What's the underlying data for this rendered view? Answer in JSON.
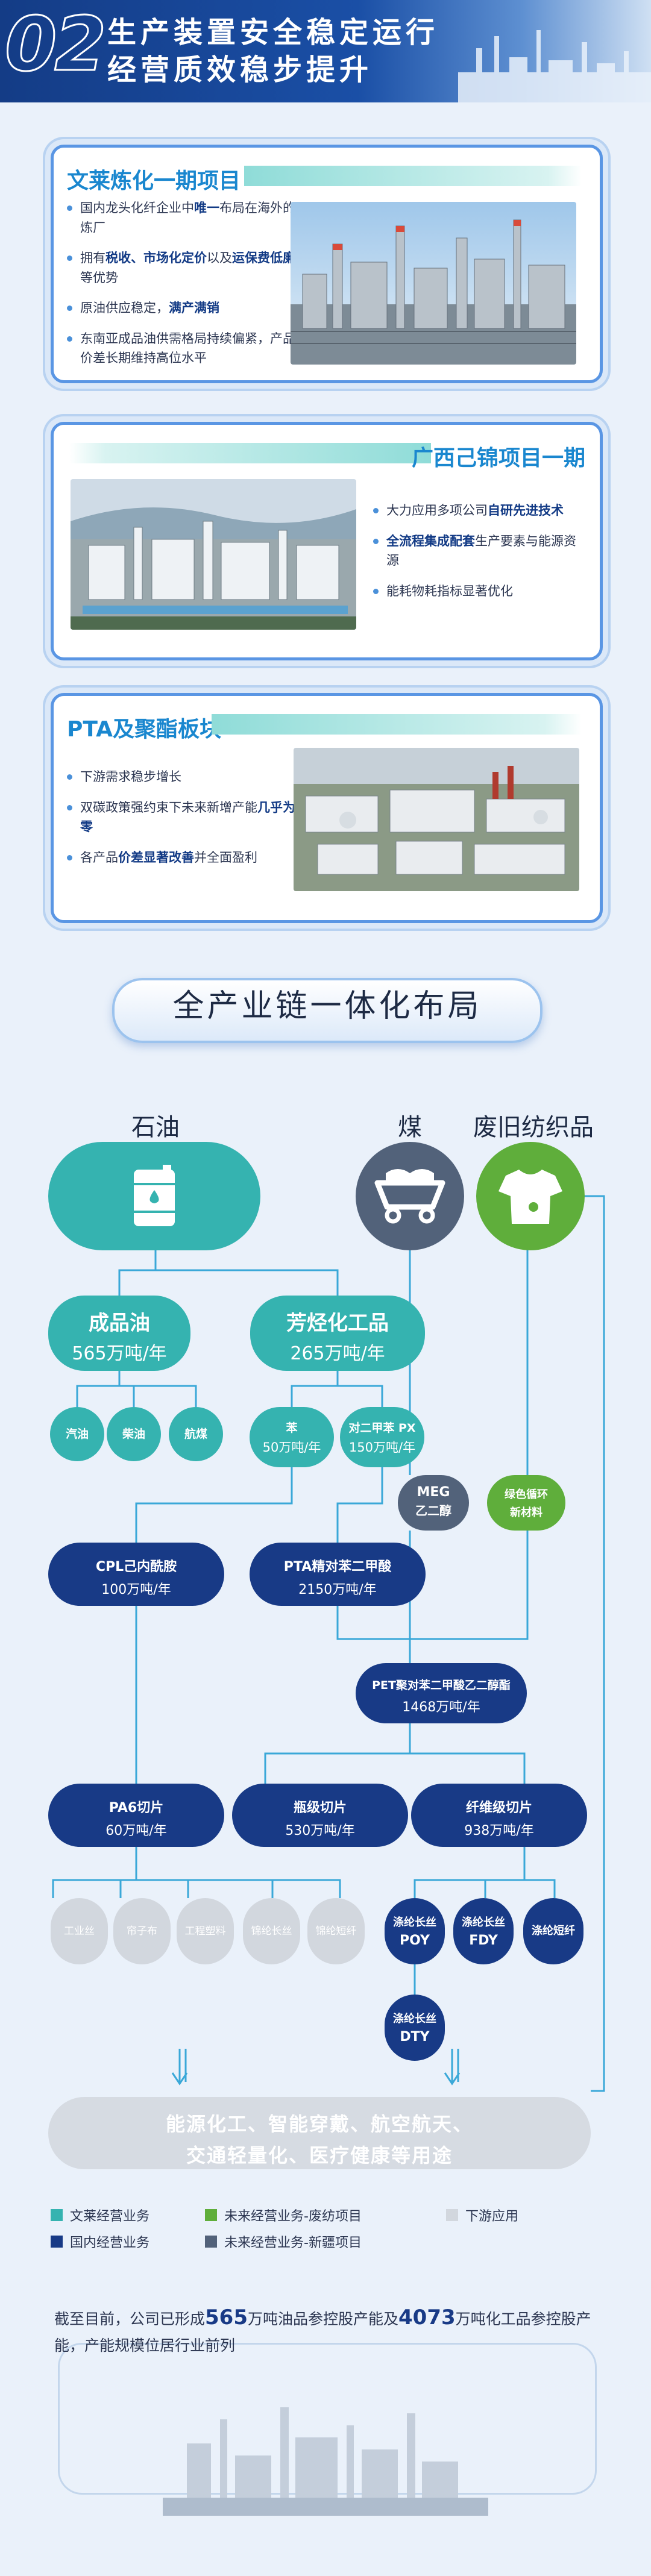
{
  "header": {
    "number": "02",
    "title_line1": "生产装置安全稳定运行",
    "title_line2": "经营质效稳步提升"
  },
  "cards": [
    {
      "title": "文莱炼化一期项目",
      "bullets": [
        {
          "pre": "国内龙头化纤企业中",
          "bold": "唯一",
          "post": "布局在海外的炼厂"
        },
        {
          "pre": "拥有",
          "bold": "税收、市场化定价",
          "post": "以及",
          "bold2": "运保费低廉",
          "post2": "等优势"
        },
        {
          "pre": "原油供应稳定，",
          "bold": "满产满销",
          "post": ""
        },
        {
          "pre": "东南亚成品油供需格局持续偏紧，产品价差长期维持高位水平",
          "bold": "",
          "post": ""
        }
      ]
    },
    {
      "title": "广西己锦项目一期",
      "bullets": [
        {
          "pre": "大力应用多项公司",
          "bold": "自研先进技术",
          "post": ""
        },
        {
          "pre": "",
          "bold": "全流程集成配套",
          "post": "生产要素与能源资源"
        },
        {
          "pre": "能耗物耗指标显著优化",
          "bold": "",
          "post": ""
        }
      ]
    },
    {
      "title": "PTA及聚酯板块",
      "bullets": [
        {
          "pre": "下游需求稳步增长",
          "bold": "",
          "post": ""
        },
        {
          "pre": "双碳政策强约束下未来新增产能",
          "bold": "几乎为零",
          "post": ""
        },
        {
          "pre": "各产品",
          "bold": "价差显著改善",
          "post": "并全面盈利"
        }
      ]
    }
  ],
  "banner": "全产业链一体化布局",
  "flow": {
    "sources": {
      "oil": "石油",
      "coal": "煤",
      "textile": "废旧纺织品"
    },
    "refined_oil": {
      "name": "成品油",
      "capacity": "565万吨/年"
    },
    "aromatics": {
      "name": "芳烃化工品",
      "capacity": "265万吨/年"
    },
    "oil_products": [
      "汽油",
      "柴油",
      "航煤"
    ],
    "benzene": {
      "name": "苯",
      "capacity": "50万吨/年"
    },
    "px": {
      "name": "对二甲苯 PX",
      "capacity": "150万吨/年"
    },
    "meg": {
      "name": "MEG",
      "sub": "乙二醇"
    },
    "green": {
      "name": "绿色循环",
      "sub": "新材料"
    },
    "cpl": {
      "name": "CPL己内酰胺",
      "capacity": "100万吨/年"
    },
    "pta": {
      "name": "PTA精对苯二甲酸",
      "capacity": "2150万吨/年"
    },
    "pet": {
      "name": "PET聚对苯二甲酸乙二醇酯",
      "capacity": "1468万吨/年"
    },
    "pa6": {
      "name": "PA6切片",
      "capacity": "60万吨/年"
    },
    "bottle": {
      "name": "瓶级切片",
      "capacity": "530万吨/年"
    },
    "fiber": {
      "name": "纤维级切片",
      "capacity": "938万吨/年"
    },
    "downstream_gray": [
      "工业丝",
      "帘子布",
      "工程塑料",
      "锦纶长丝",
      "锦纶短纤"
    ],
    "polyester": [
      {
        "name": "涤纶长丝",
        "code": "POY"
      },
      {
        "name": "涤纶长丝",
        "code": "FDY"
      },
      {
        "name": "涤纶短纤",
        "code": ""
      },
      {
        "name": "涤纶长丝",
        "code": "DTY"
      }
    ],
    "applications_line1": "能源化工、智能穿戴、航空航天、",
    "applications_line2": "交通轻量化、医疗健康等用途"
  },
  "legend": [
    {
      "label": "文莱经营业务",
      "color": "#35b3b0"
    },
    {
      "label": "未来经营业务-废纺项目",
      "color": "#5fae3b"
    },
    {
      "label": "下游应用",
      "color": "#d2d7de"
    },
    {
      "label": "国内经营业务",
      "color": "#183a86"
    },
    {
      "label": "未来经营业务-新疆项目",
      "color": "#52627a"
    }
  ],
  "summary": {
    "pre": "截至目前，公司已形成",
    "num1": "565",
    "mid": "万吨油品参控股产能及",
    "num2": "4073",
    "post": "万吨化工品参控股产能，产能规模位居行业前列"
  }
}
